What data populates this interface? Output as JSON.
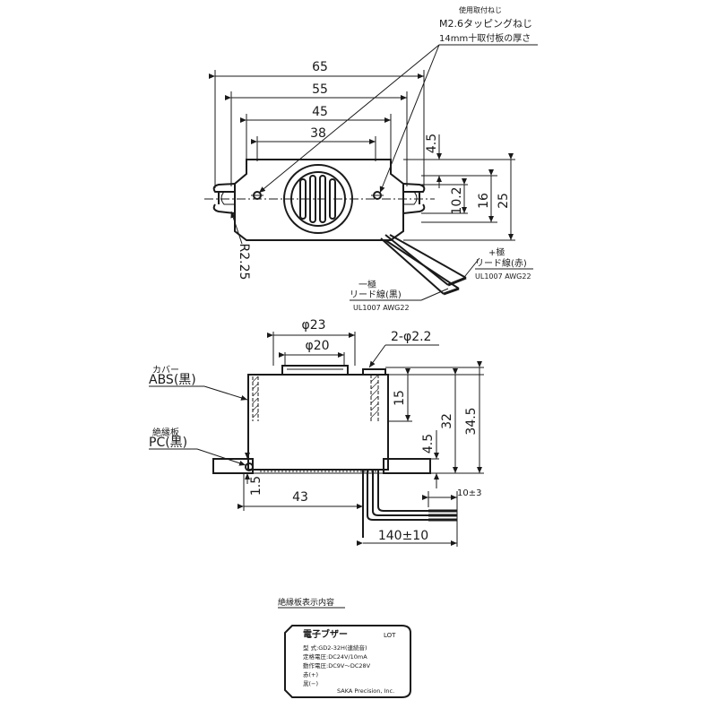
{
  "top_view": {
    "dims": {
      "d65": "65",
      "d55": "55",
      "d45": "45",
      "d38": "38",
      "d4_5": "4.5",
      "d10_2": "10.2",
      "d16": "16",
      "d25": "25",
      "r2_25": "R2.25"
    },
    "screw_note": {
      "line1": "使用取付ねじ",
      "line2": "M2.6タッピングねじ",
      "line3": "14mm十取付板の厚さ"
    },
    "plus_lead": {
      "line1": "+極",
      "line2": "リード線(赤)",
      "line3": "UL1007 AWG22"
    },
    "minus_lead": {
      "line1": "一極",
      "line2": "リード線(黒)",
      "line3": "UL1007 AWG22"
    }
  },
  "side_view": {
    "dims": {
      "phi23": "φ23",
      "phi20": "φ20",
      "two_phi2_2": "2-φ2.2",
      "d15": "15",
      "d32": "32",
      "d34_5": "34.5",
      "d4_5": "4.5",
      "d1_5": "1.5",
      "d43": "43",
      "d10": "10±3",
      "d140": "140±10"
    },
    "cover": {
      "line1": "カバー",
      "line2": "ABS(黒)"
    },
    "plate": {
      "line1": "絶縁板",
      "line2": "PC(黒)"
    }
  },
  "label": {
    "heading": "絶縁板表示内容",
    "title": "電子ブザー",
    "lot": "LOT",
    "row1": "型 式:GD2-32H(連続音)",
    "row2": "定格電圧:DC24V/10mA",
    "row3": "動作電圧:DC9V～DC28V",
    "row4": "赤(+)",
    "row5": "黒(−)",
    "maker": "SAKA Precision, Inc."
  }
}
